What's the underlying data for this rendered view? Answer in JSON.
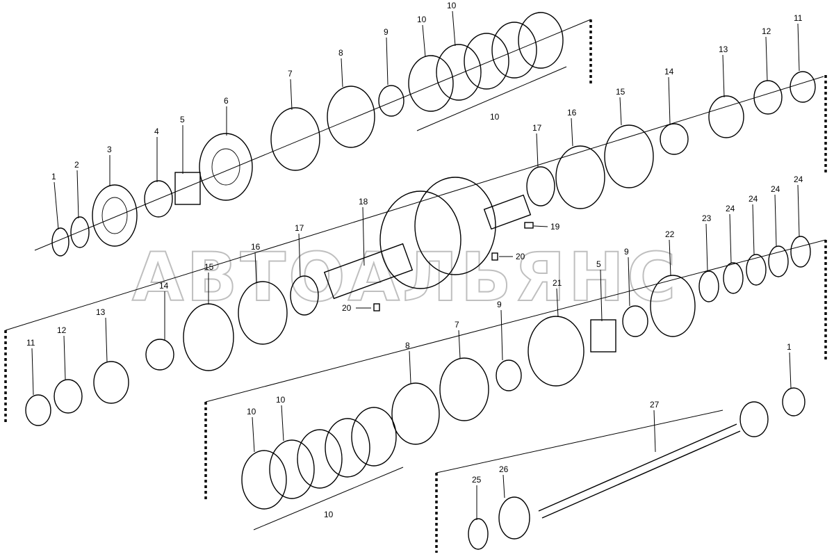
{
  "watermark": "АВТОАЛЬЯНС",
  "callouts": {
    "c_1a": "1",
    "c_2": "2",
    "c_3": "3",
    "c_4": "4",
    "c_5a": "5",
    "c_6": "6",
    "c_7a": "7",
    "c_8a": "8",
    "c_9a": "9",
    "c_10a": "10",
    "c_10b": "10",
    "c_10c": "10",
    "c_11a": "11",
    "c_12a": "12",
    "c_13a": "13",
    "c_14a": "14",
    "c_15a": "15",
    "c_16a": "16",
    "c_17a": "17",
    "c_18": "18",
    "c_19": "19",
    "c_20a": "20",
    "c_16b": "16",
    "c_17b": "17",
    "c_15b": "15",
    "c_14b": "14",
    "c_20b": "20",
    "c_21": "21",
    "c_5b": "5",
    "c_9b": "9",
    "c_22": "22",
    "c_23": "23",
    "c_24a": "24",
    "c_24b": "24",
    "c_24c": "24",
    "c_24d": "24",
    "c_11b": "11",
    "c_12b": "12",
    "c_13b": "13",
    "c_8b": "8",
    "c_7b": "7",
    "c_9c": "9",
    "c_1b": "1",
    "c_10d": "10",
    "c_10e": "10",
    "c_10f": "10",
    "c_27": "27",
    "c_25": "25",
    "c_26": "26"
  }
}
